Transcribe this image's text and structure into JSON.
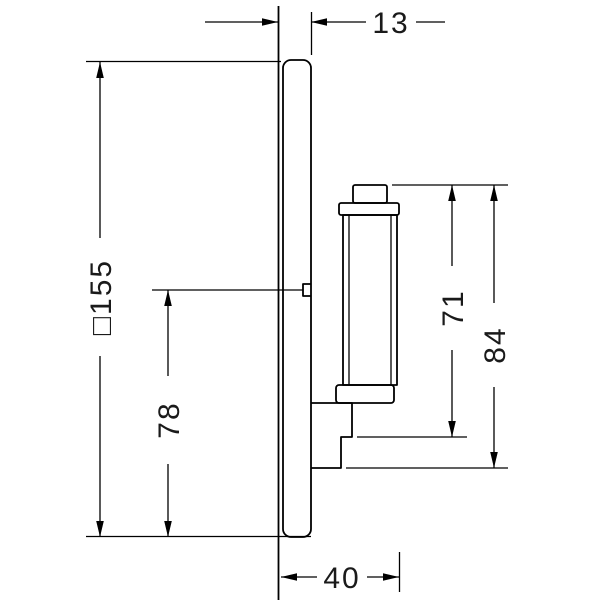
{
  "drawing": {
    "labels": {
      "depth_plate": "13",
      "faceplate": "□155",
      "height_lower": "78",
      "height_handle": "71",
      "height_total": "84",
      "depth_total": "40"
    },
    "colors": {
      "line": "#000000",
      "text": "#1a1a1a",
      "background": "#ffffff"
    }
  }
}
